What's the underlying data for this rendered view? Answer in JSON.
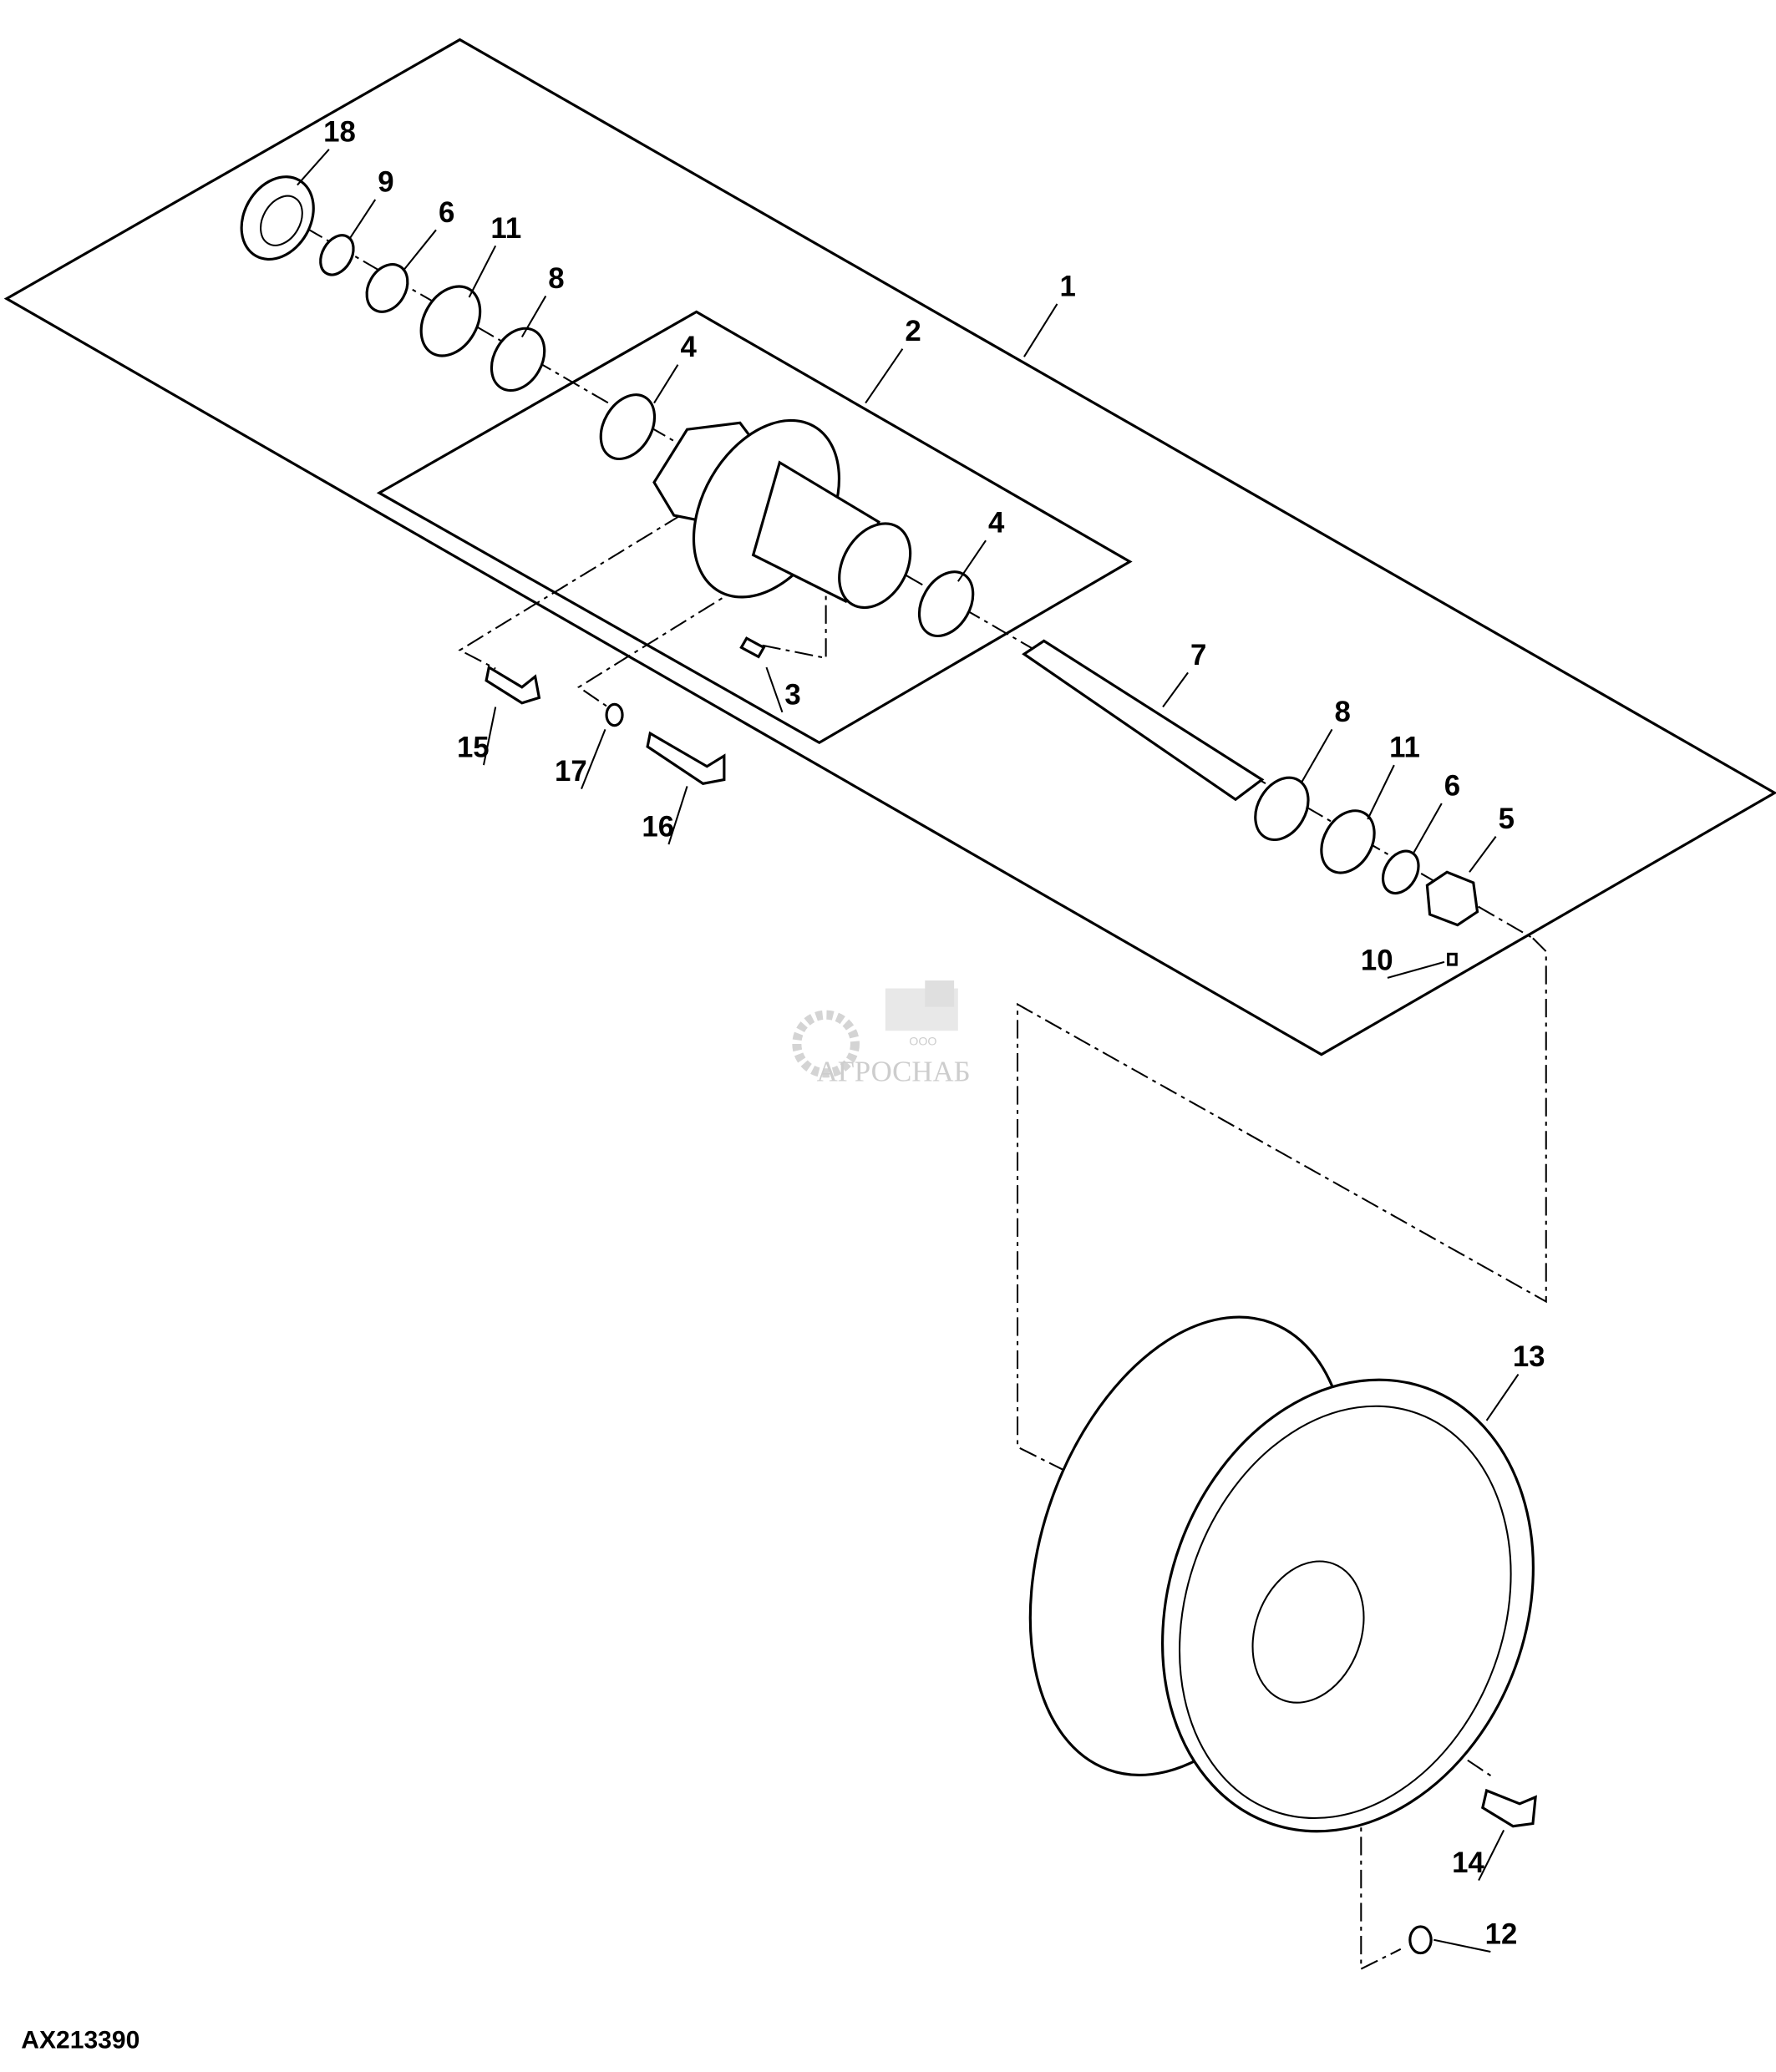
{
  "diagram": {
    "drawing_number": "AX213390",
    "watermark": {
      "prefix": "ООО",
      "name": "АГРОСНАБ"
    },
    "callouts": [
      "18",
      "9",
      "6",
      "11",
      "8",
      "1",
      "2",
      "4",
      "4",
      "7",
      "3",
      "15",
      "17",
      "16",
      "8",
      "11",
      "6",
      "5",
      "10",
      "13",
      "14",
      "12"
    ]
  }
}
